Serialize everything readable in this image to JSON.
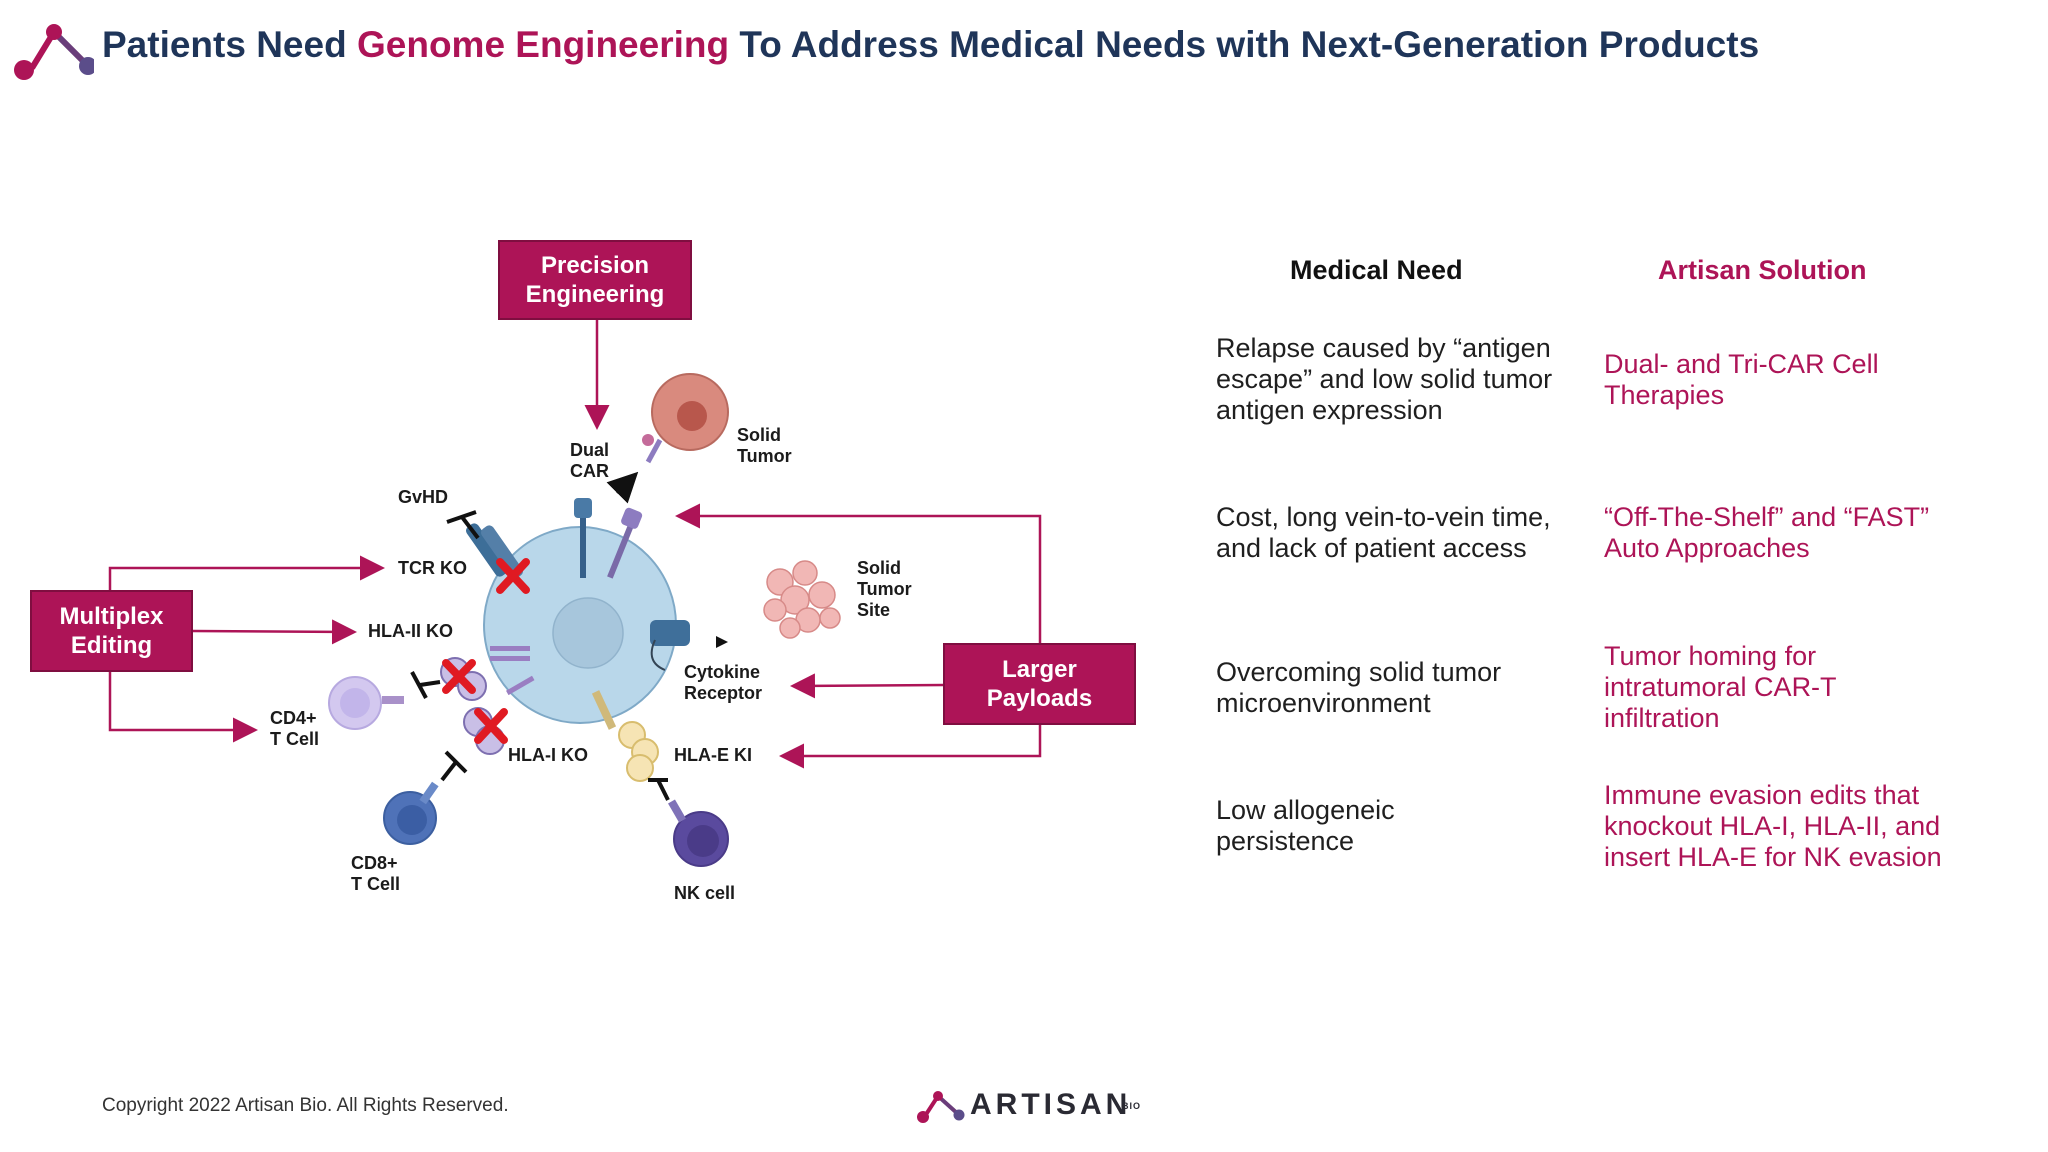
{
  "header": {
    "title_pre": "Patients Need ",
    "title_highlight": "Genome Engineering",
    "title_post": " To Address Medical Needs with Next-Generation Products"
  },
  "diagram": {
    "precision_box": [
      "Precision",
      "Engineering"
    ],
    "multiplex_box": [
      "Multiplex",
      "Editing"
    ],
    "payloads_box": [
      "Larger",
      "Payloads"
    ],
    "labels": {
      "dual_car": [
        "Dual",
        "CAR"
      ],
      "solid_tumor": [
        "Solid",
        "Tumor"
      ],
      "solid_tumor_site": [
        "Solid",
        "Tumor",
        "Site"
      ],
      "gvhd": "GvHD",
      "tcr_ko": "TCR KO",
      "hla_ii_ko": "HLA-II KO",
      "cd4": [
        "CD4+",
        "T Cell"
      ],
      "hla_i_ko": "HLA-I KO",
      "hla_e_ki": "HLA-E KI",
      "cytokine": [
        "Cytokine",
        "Receptor"
      ],
      "cd8": [
        "CD8+",
        "T Cell"
      ],
      "nk": "NK cell"
    }
  },
  "table": {
    "need_header": "Medical Need",
    "solution_header": "Artisan Solution",
    "rows": [
      {
        "need": "Relapse caused by “antigen escape” and low solid tumor antigen expression",
        "solution": "Dual- and Tri-CAR Cell Therapies"
      },
      {
        "need": "Cost, long vein-to-vein time, and lack of patient access",
        "solution": "“Off-The-Shelf” and “FAST” Auto Approaches"
      },
      {
        "need": "Overcoming solid tumor microenvironment",
        "solution": "Tumor homing for intratumoral CAR-T infiltration"
      },
      {
        "need": "Low allogeneic persistence",
        "solution": "Immune evasion edits that knockout HLA-I, HLA-II, and insert HLA-E for NK evasion"
      }
    ]
  },
  "footer": {
    "copyright": "Copyright 2022 Artisan Bio. All Rights Reserved.",
    "brand": "ARTISAN",
    "brand_sub": "BIO"
  },
  "colors": {
    "accent": "#ad1457",
    "navy": "#1f3559",
    "cell": "#b9d7ea"
  },
  "icons": [
    "artisan-logo-icon",
    "x-mark-icon",
    "inhibition-icon",
    "arrow-icon"
  ]
}
